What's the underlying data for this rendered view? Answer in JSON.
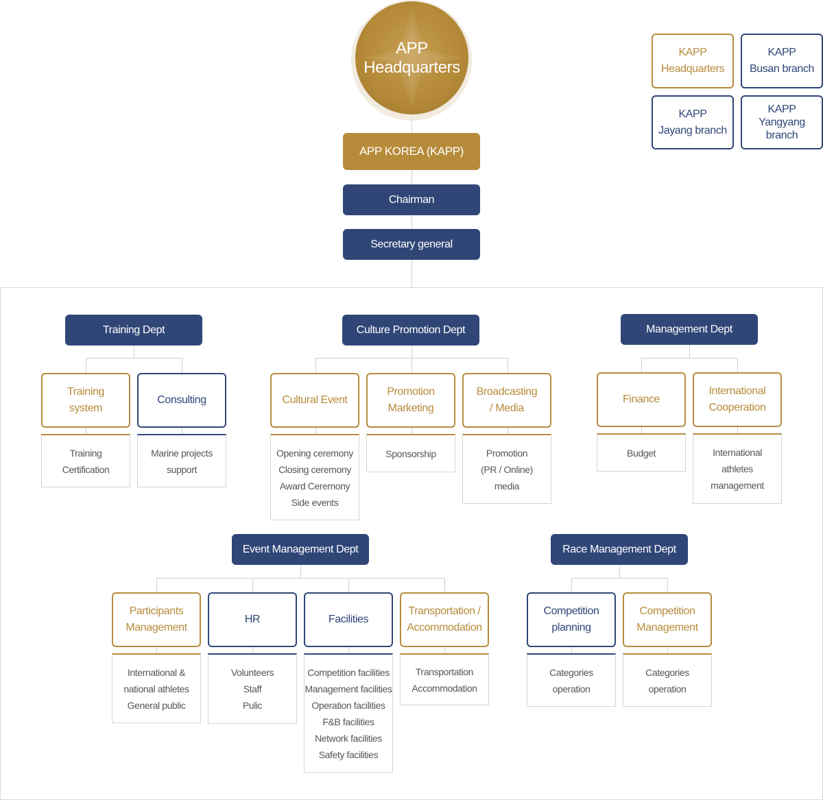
{
  "hq": {
    "line1": "APP",
    "line2": "Headquarters"
  },
  "kapp": "APP KOREA (KAPP)",
  "chairman": "Chairman",
  "secretary": "Secretary general",
  "branches": {
    "hq": {
      "line1": "KAPP",
      "line2": "Headquarters"
    },
    "busan": {
      "line1": "KAPP",
      "line2": "Busan branch"
    },
    "jayang": {
      "line1": "KAPP",
      "line2": "Jayang branch"
    },
    "yangyang": {
      "line1": "KAPP",
      "line2": "Yangyang",
      "line3": "branch"
    }
  },
  "training": {
    "title": "Training Dept",
    "training_system": {
      "line1": "Training",
      "line2": "system",
      "details": [
        "Training",
        "Certification"
      ]
    },
    "consulting": {
      "line1": "Consulting",
      "details": [
        "Marine projects",
        "support"
      ]
    }
  },
  "culture": {
    "title": "Culture Promotion Dept",
    "cultural_event": {
      "line1": "Cultural Event",
      "details": [
        "Opening ceremony",
        "Closing ceremony",
        "Award Ceremony",
        "Side events"
      ]
    },
    "promotion": {
      "line1": "Promotion",
      "line2": "Marketing",
      "details": [
        "Sponsorship"
      ]
    },
    "broadcasting": {
      "line1": "Broadcasting",
      "line2": "/ Media",
      "details": [
        "Promotion",
        "(PR / Online)",
        "media"
      ]
    }
  },
  "management": {
    "title": "Management Dept",
    "finance": {
      "line1": "Finance",
      "details": [
        "Budget"
      ]
    },
    "intl": {
      "line1": "International",
      "line2": "Cooperation",
      "details": [
        "International",
        "athletes",
        "management"
      ]
    }
  },
  "event": {
    "title": "Event Management Dept",
    "participants": {
      "line1": "Participants",
      "line2": "Management",
      "details": [
        "International &",
        "national athletes",
        "General public"
      ]
    },
    "hr": {
      "line1": "HR",
      "details": [
        "Volunteers",
        "Staff",
        "Pulic"
      ]
    },
    "facilities": {
      "line1": "Facilities",
      "details": [
        "Competition facilities",
        "Management facilities",
        "Operation facilities",
        "F&B facilities",
        "Network facilities",
        "Safety facilities"
      ]
    },
    "transport": {
      "line1": "Transportation /",
      "line2": "Accommodation",
      "details": [
        "Transportation",
        "Accommodation"
      ]
    }
  },
  "race": {
    "title": "Race Management Dept",
    "planning": {
      "line1": "Competition",
      "line2": "planning",
      "details": [
        "Categories",
        "operation"
      ]
    },
    "comp_mgmt": {
      "line1": "Competition",
      "line2": "Management",
      "details": [
        "Categories",
        "operation"
      ]
    }
  },
  "colors": {
    "gold": "#b68b3a",
    "navy": "#2f4677",
    "line": "#cfcfcf"
  }
}
